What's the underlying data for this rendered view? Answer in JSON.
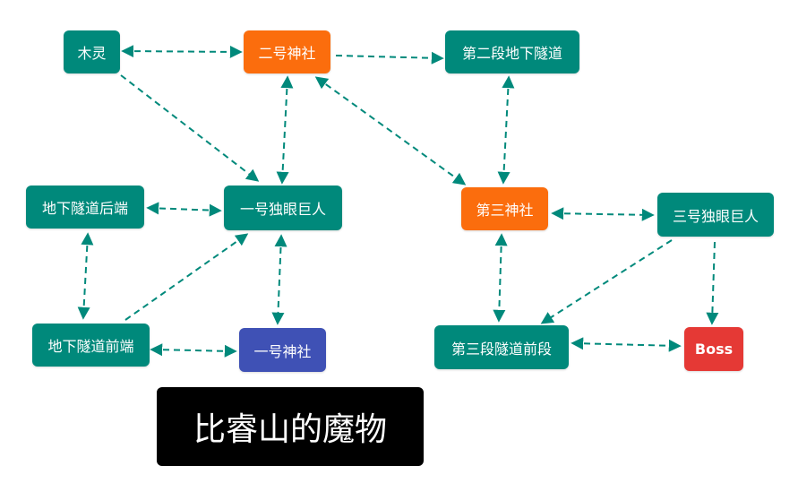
{
  "diagram": {
    "title": "比睿山的魔物",
    "colors": {
      "teal": "#00897b",
      "orange": "#fb6d0d",
      "blue": "#3f51b5",
      "red": "#e53935",
      "edge": "#00897b",
      "title_bg": "#000000"
    },
    "nodes": {
      "mulin": "木灵",
      "shrine2": "二号神社",
      "tunnel2": "第二段地下隧道",
      "cyclops1": "一号独眼巨人",
      "tunnelback": "地下隧道后端",
      "shrine3": "第三神社",
      "cyclops3": "三号独眼巨人",
      "tunnelfront": "地下隧道前端",
      "shrine1": "一号神社",
      "tunnel3": "第三段隧道前段",
      "boss": "Boss"
    },
    "edges": [
      {
        "from": "木灵",
        "to": "二号神社",
        "direction": "both"
      },
      {
        "from": "二号神社",
        "to": "第二段地下隧道",
        "direction": "forward"
      },
      {
        "from": "木灵",
        "to": "一号独眼巨人",
        "direction": "forward"
      },
      {
        "from": "二号神社",
        "to": "一号独眼巨人",
        "direction": "both"
      },
      {
        "from": "二号神社",
        "to": "第三神社",
        "direction": "both"
      },
      {
        "from": "第二段地下隧道",
        "to": "第三神社",
        "direction": "both"
      },
      {
        "from": "地下隧道后端",
        "to": "一号独眼巨人",
        "direction": "both"
      },
      {
        "from": "第三神社",
        "to": "三号独眼巨人",
        "direction": "both"
      },
      {
        "from": "地下隧道后端",
        "to": "地下隧道前端",
        "direction": "both"
      },
      {
        "from": "地下隧道前端",
        "to": "一号独眼巨人",
        "direction": "forward"
      },
      {
        "from": "一号独眼巨人",
        "to": "一号神社",
        "direction": "both"
      },
      {
        "from": "地下隧道前端",
        "to": "一号神社",
        "direction": "both"
      },
      {
        "from": "第三神社",
        "to": "第三段隧道前段",
        "direction": "both"
      },
      {
        "from": "三号独眼巨人",
        "to": "第三段隧道前段",
        "direction": "forward"
      },
      {
        "from": "三号独眼巨人",
        "to": "Boss",
        "direction": "forward"
      },
      {
        "from": "第三段隧道前段",
        "to": "Boss",
        "direction": "both"
      }
    ]
  }
}
